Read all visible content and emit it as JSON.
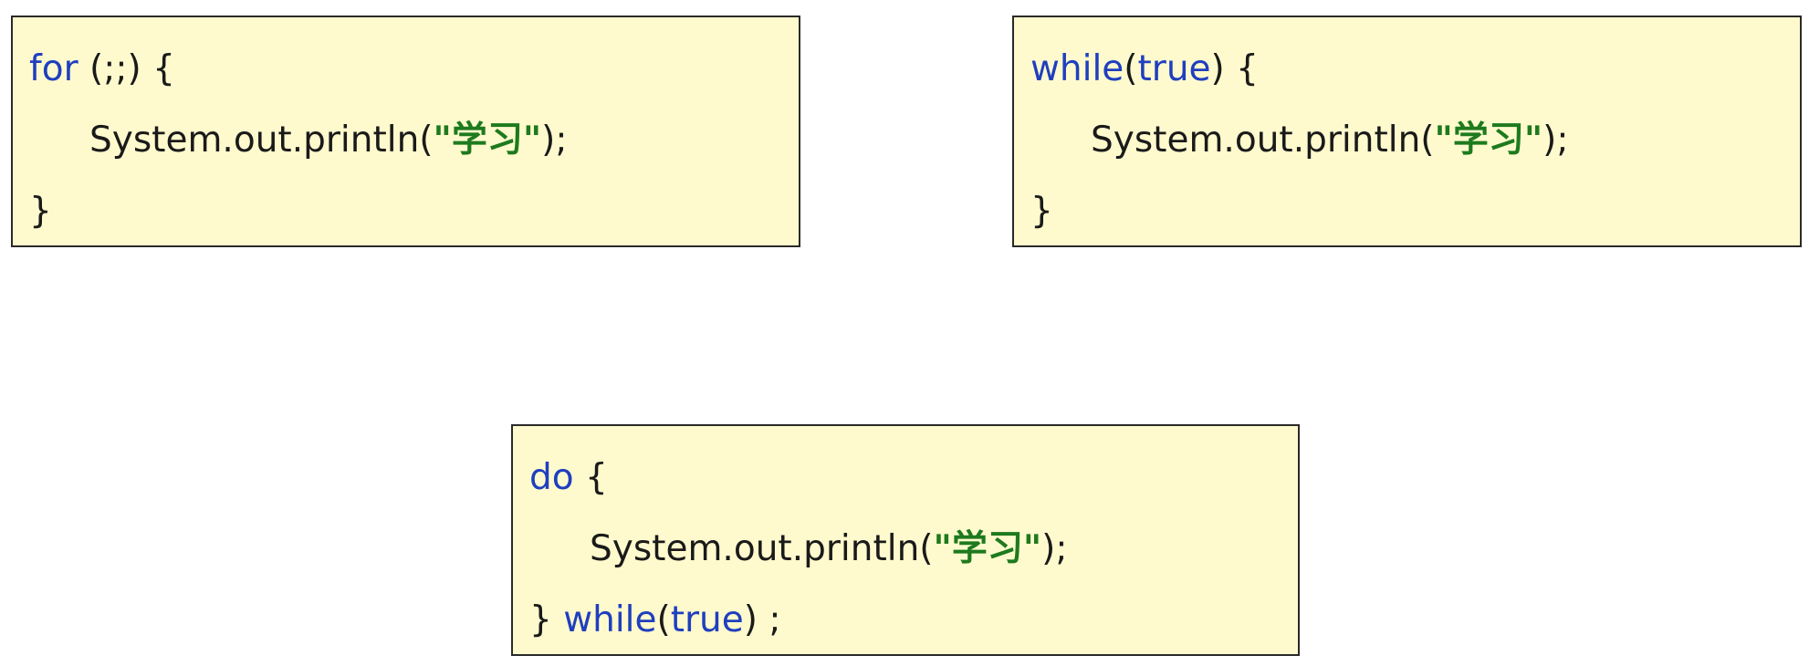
{
  "for_box": {
    "keyword": "for",
    "header_rest": " (;;) {",
    "body_prefix": "System.out.println(",
    "body_string": "\"学习\"",
    "body_suffix": ");",
    "close": "}"
  },
  "while_box": {
    "keyword": "while",
    "paren_open": "(",
    "condition": "true",
    "paren_close_brace": ") {",
    "body_prefix": "System.out.println(",
    "body_string": "\"学习\"",
    "body_suffix": ");",
    "close": "}"
  },
  "do_box": {
    "keyword": "do",
    "header_rest": " {",
    "body_prefix": "System.out.println(",
    "body_string": "\"学习\"",
    "body_suffix": ");",
    "close_brace": "} ",
    "while_keyword": "while",
    "paren_open": "(",
    "condition": "true",
    "close_rest": ") ;"
  },
  "colors": {
    "keyword": "#1f3fbf",
    "string": "#1e7a1e",
    "box_background": "#fffacd",
    "text": "#1a1a1a"
  }
}
